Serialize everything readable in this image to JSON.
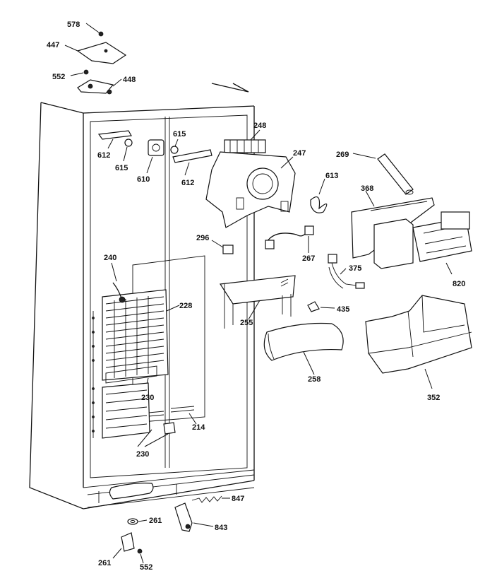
{
  "labels": {
    "p578": "578",
    "p447": "447",
    "p552a": "552",
    "p448": "448",
    "p612a": "612",
    "p615a": "615",
    "p615b": "615",
    "p610": "610",
    "p612b": "612",
    "p248": "248",
    "p247": "247",
    "p269": "269",
    "p613": "613",
    "p368": "368",
    "p296": "296",
    "p267": "267",
    "p240": "240",
    "p375": "375",
    "p820": "820",
    "p228": "228",
    "p255": "255",
    "p435": "435",
    "p258": "258",
    "p352": "352",
    "p230a": "230",
    "p214": "214",
    "p230b": "230",
    "p847": "847",
    "p261a": "261",
    "p843": "843",
    "p261b": "261",
    "p552b": "552"
  }
}
